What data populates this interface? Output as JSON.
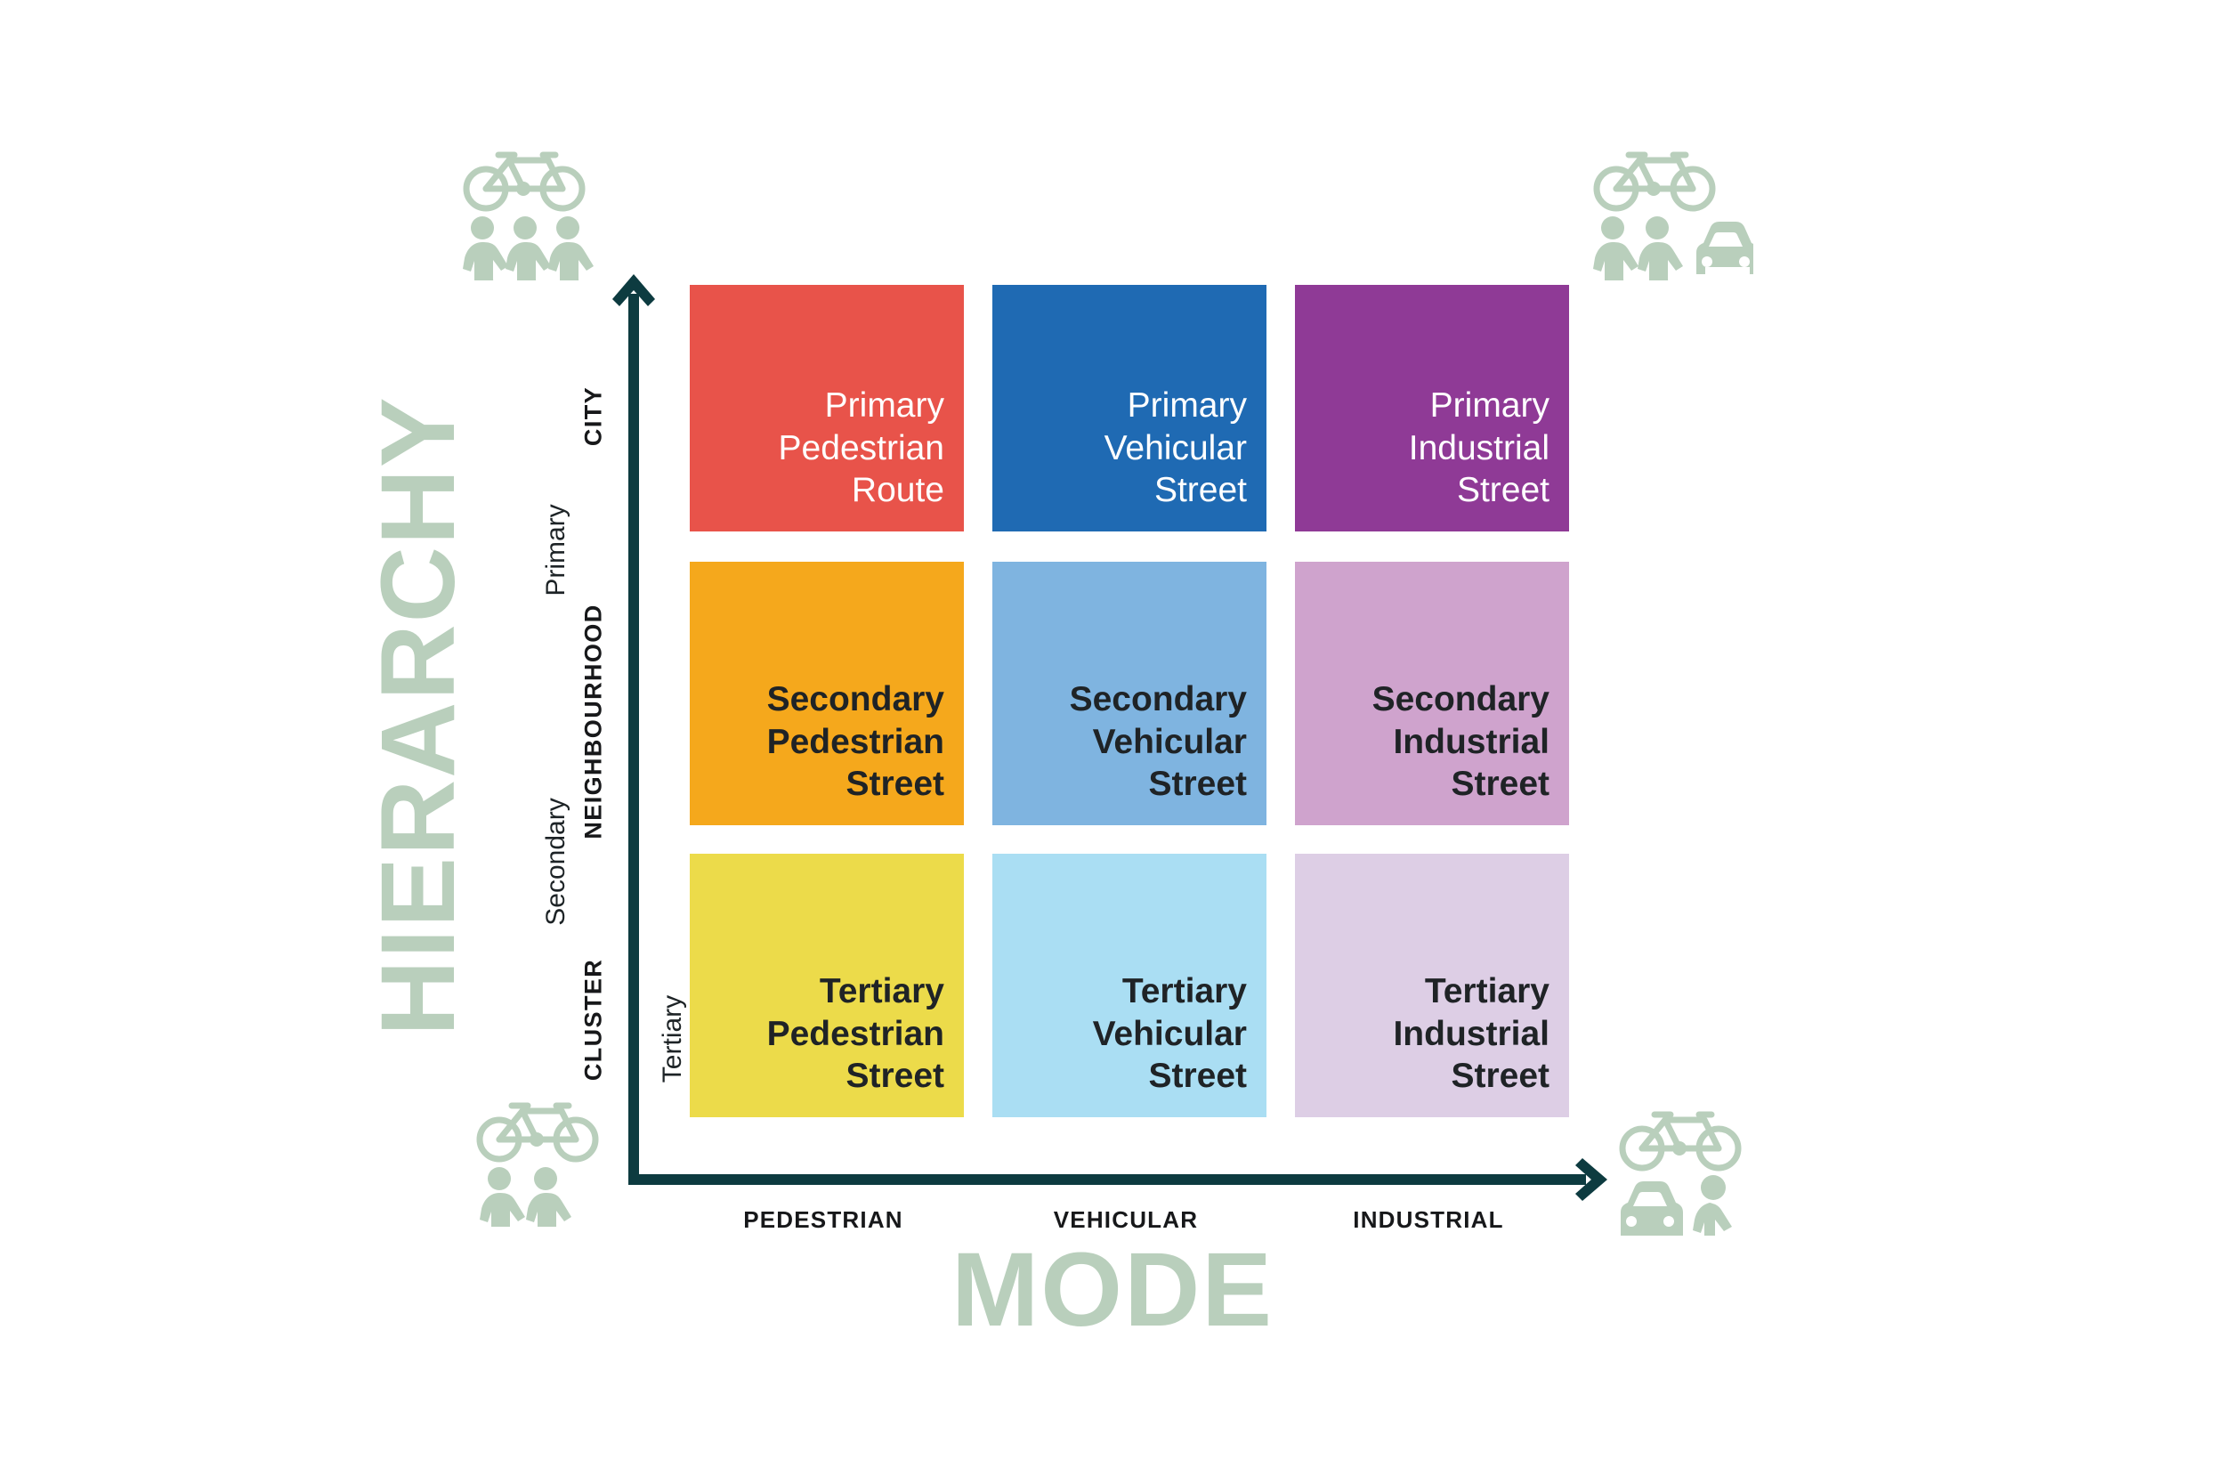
{
  "axes": {
    "y_title": "HIERARCHY",
    "x_title": "MODE",
    "y_scale_labels": [
      "CITY",
      "NEIGHBOURHOOD",
      "CLUSTER"
    ],
    "y_row_labels": [
      "Primary",
      "Secondary",
      "Tertiary"
    ],
    "x_column_labels": [
      "PEDESTRIAN",
      "VEHICULAR",
      "INDUSTRIAL"
    ],
    "axis_color": "#0d3b40",
    "title_color": "#b9cfbc"
  },
  "chart_data": {
    "type": "heatmap",
    "title": "",
    "xlabel": "MODE",
    "ylabel": "HIERARCHY",
    "categories": [
      "PEDESTRIAN",
      "VEHICULAR",
      "INDUSTRIAL"
    ],
    "rows": [
      "Primary",
      "Secondary",
      "Tertiary"
    ],
    "row_scales": [
      "CITY",
      "NEIGHBOURHOOD",
      "CLUSTER"
    ],
    "legend": "none",
    "grid": false,
    "cells": [
      {
        "row": 0,
        "col": 0,
        "label": "Primary\nPedestrian\nRoute",
        "color": "#e8534a",
        "text_color": "#ffffff"
      },
      {
        "row": 0,
        "col": 1,
        "label": "Primary\nVehicular\nStreet",
        "color": "#1f6ab3",
        "text_color": "#ffffff"
      },
      {
        "row": 0,
        "col": 2,
        "label": "Primary\nIndustrial\nStreet",
        "color": "#8f3a96",
        "text_color": "#ffffff"
      },
      {
        "row": 1,
        "col": 0,
        "label": "Secondary\nPedestrian\nStreet",
        "color": "#f5a81c",
        "text_color": "#1f2326"
      },
      {
        "row": 1,
        "col": 1,
        "label": "Secondary\nVehicular\nStreet",
        "color": "#7fb4e0",
        "text_color": "#1f2326"
      },
      {
        "row": 1,
        "col": 2,
        "label": "Secondary\nIndustrial\nStreet",
        "color": "#cfa3cd",
        "text_color": "#1f2326"
      },
      {
        "row": 2,
        "col": 0,
        "label": "Tertiary\nPedestrian\nStreet",
        "color": "#ecdb4a",
        "text_color": "#1f2326"
      },
      {
        "row": 2,
        "col": 1,
        "label": "Tertiary\nVehicular\nStreet",
        "color": "#aadef3",
        "text_color": "#1f2326"
      },
      {
        "row": 2,
        "col": 2,
        "label": "Tertiary\nIndustrial\nStreet",
        "color": "#ddcee5",
        "text_color": "#1f2326"
      }
    ]
  },
  "icons": {
    "color": "#b9cfbc",
    "top_left": [
      "bicycle-icon",
      "pedestrian-icon",
      "pedestrian-icon",
      "pedestrian-icon"
    ],
    "top_right": [
      "bicycle-icon",
      "pedestrian-icon",
      "pedestrian-icon",
      "car-icon"
    ],
    "bottom_left": [
      "bicycle-icon",
      "pedestrian-icon",
      "pedestrian-icon"
    ],
    "bottom_right": [
      "bicycle-icon",
      "car-icon",
      "pedestrian-icon"
    ]
  }
}
